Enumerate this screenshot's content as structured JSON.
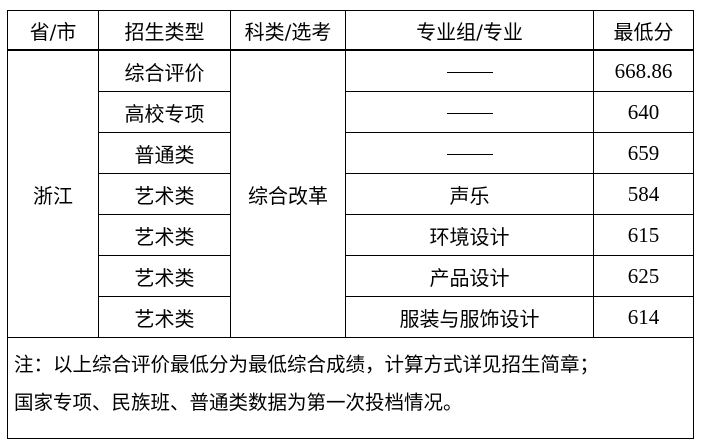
{
  "table": {
    "headers": [
      "省/市",
      "招生类型",
      "科类/选考",
      "专业组/专业",
      "最低分"
    ],
    "province": "浙江",
    "subject": "综合改革",
    "rows": [
      {
        "type": "综合评价",
        "major": "——",
        "score": "668.86"
      },
      {
        "type": "高校专项",
        "major": "——",
        "score": "640"
      },
      {
        "type": "普通类",
        "major": "——",
        "score": "659"
      },
      {
        "type": "艺术类",
        "major": "声乐",
        "score": "584"
      },
      {
        "type": "艺术类",
        "major": "环境设计",
        "score": "615"
      },
      {
        "type": "艺术类",
        "major": "产品设计",
        "score": "625"
      },
      {
        "type": "艺术类",
        "major": "服装与服饰设计",
        "score": "614"
      }
    ]
  },
  "note": {
    "line1": "注：以上综合评价最低分为最低综合成绩，计算方式详见招生简章；",
    "line2": "国家专项、民族班、普通类数据为第一次投档情况。"
  }
}
